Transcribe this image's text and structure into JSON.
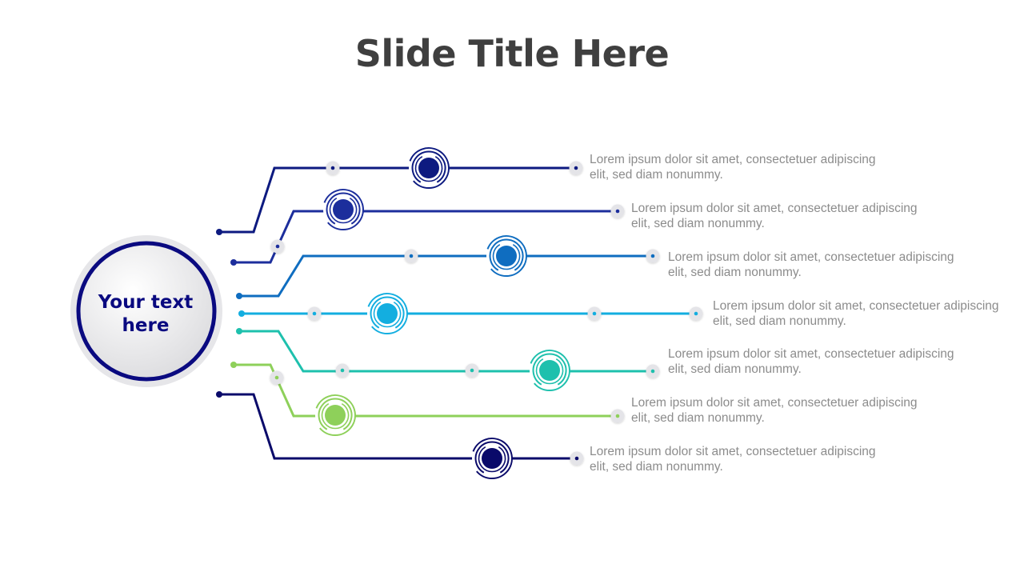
{
  "slide": {
    "title": "Slide Title Here",
    "hub_text": "Your text here"
  },
  "branches": [
    {
      "color": "#0d1a80",
      "text": "Lorem ipsum dolor sit amet, consectetuer adipiscing elit, sed diam nonummy."
    },
    {
      "color": "#1c2e9c",
      "text": "Lorem ipsum dolor sit amet, consectetuer adipiscing elit, sed diam nonummy."
    },
    {
      "color": "#0f6dc0",
      "text": "Lorem ipsum dolor sit amet, consectetuer adipiscing elit, sed diam nonummy."
    },
    {
      "color": "#13aee0",
      "text": "Lorem ipsum dolor sit amet, consectetuer adipiscing elit, sed diam nonummy."
    },
    {
      "color": "#1ec0ad",
      "text": "Lorem ipsum dolor sit amet, consectetuer adipiscing elit, sed diam nonummy."
    },
    {
      "color": "#8ed05a",
      "text": "Lorem ipsum dolor sit amet, consectetuer adipiscing elit, sed diam nonummy."
    },
    {
      "color": "#0a0a6a",
      "text": "Lorem ipsum dolor sit amet, consectetuer adipiscing elit, sed diam nonummy."
    }
  ],
  "colors": {
    "title": "#3f3f3f",
    "hub_ring": "#0a0a80",
    "hub_text": "#0a0a80",
    "description": "#8c8c8c",
    "node_fill": "#e4e4e8"
  }
}
